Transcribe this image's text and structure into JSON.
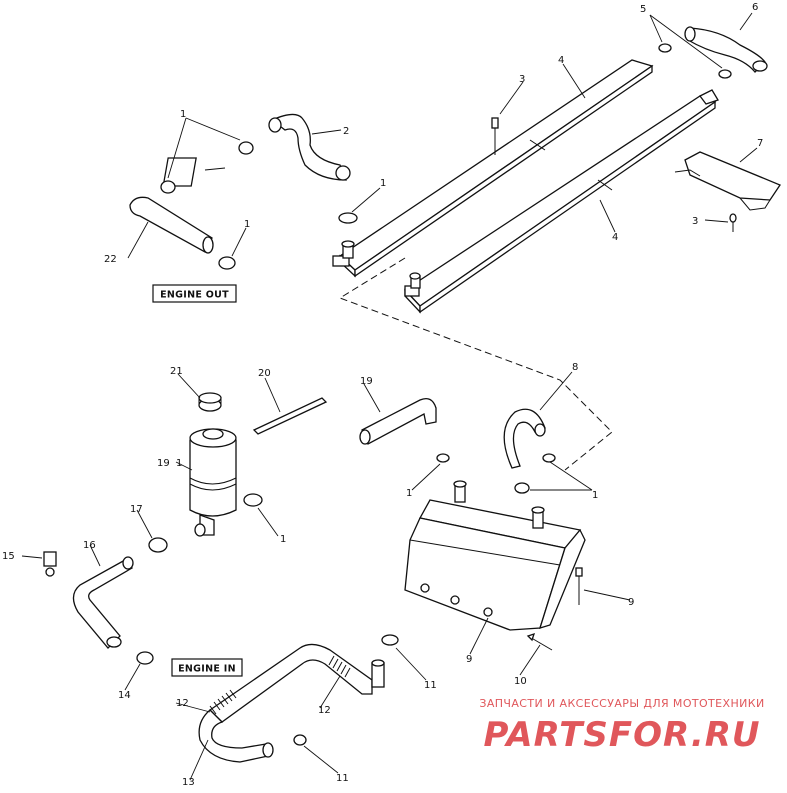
{
  "boxes": {
    "engine_out": "ENGINE OUT",
    "engine_in": "ENGINE IN"
  },
  "callouts": [
    "1",
    "1",
    "1",
    "1",
    "1",
    "1",
    "1",
    "2",
    "3",
    "3",
    "4",
    "4",
    "5",
    "6",
    "7",
    "8",
    "9",
    "9",
    "10",
    "11",
    "11",
    "12",
    "12",
    "13",
    "14",
    "15",
    "16",
    "17",
    "19",
    "19",
    "20",
    "21",
    "22"
  ],
  "watermark": {
    "subtitle": "ЗАПЧАСТИ И АКСЕССУАРЫ ДЛЯ МОТОТЕХНИКИ",
    "brand": "PARTSFOR.RU",
    "color": "#e0575b"
  }
}
